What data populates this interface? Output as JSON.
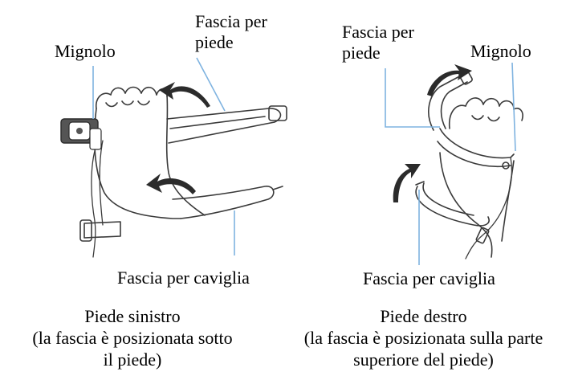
{
  "left_panel": {
    "label_finger": "Mignolo",
    "label_foot_strap_line1": "Fascia per",
    "label_foot_strap_line2": "piede",
    "label_ankle_strap": "Fascia per caviglia",
    "caption_line1": "Piede sinistro",
    "caption_line2": "(la fascia è posizionata sotto",
    "caption_line3": "il piede)"
  },
  "right_panel": {
    "label_foot_strap_line1": "Fascia per",
    "label_foot_strap_line2": "piede",
    "label_finger": "Mignolo",
    "label_ankle_strap": "Fascia per caviglia",
    "caption_line1": "Piede destro",
    "caption_line2": "(la fascia è posizionata sulla parte",
    "caption_line3": "superiore del piede)"
  },
  "colors": {
    "leader_line": "#7fb3e0",
    "outline": "#3a3a3a",
    "arrow": "#2b2b2b",
    "sensor_fill": "#555555"
  }
}
